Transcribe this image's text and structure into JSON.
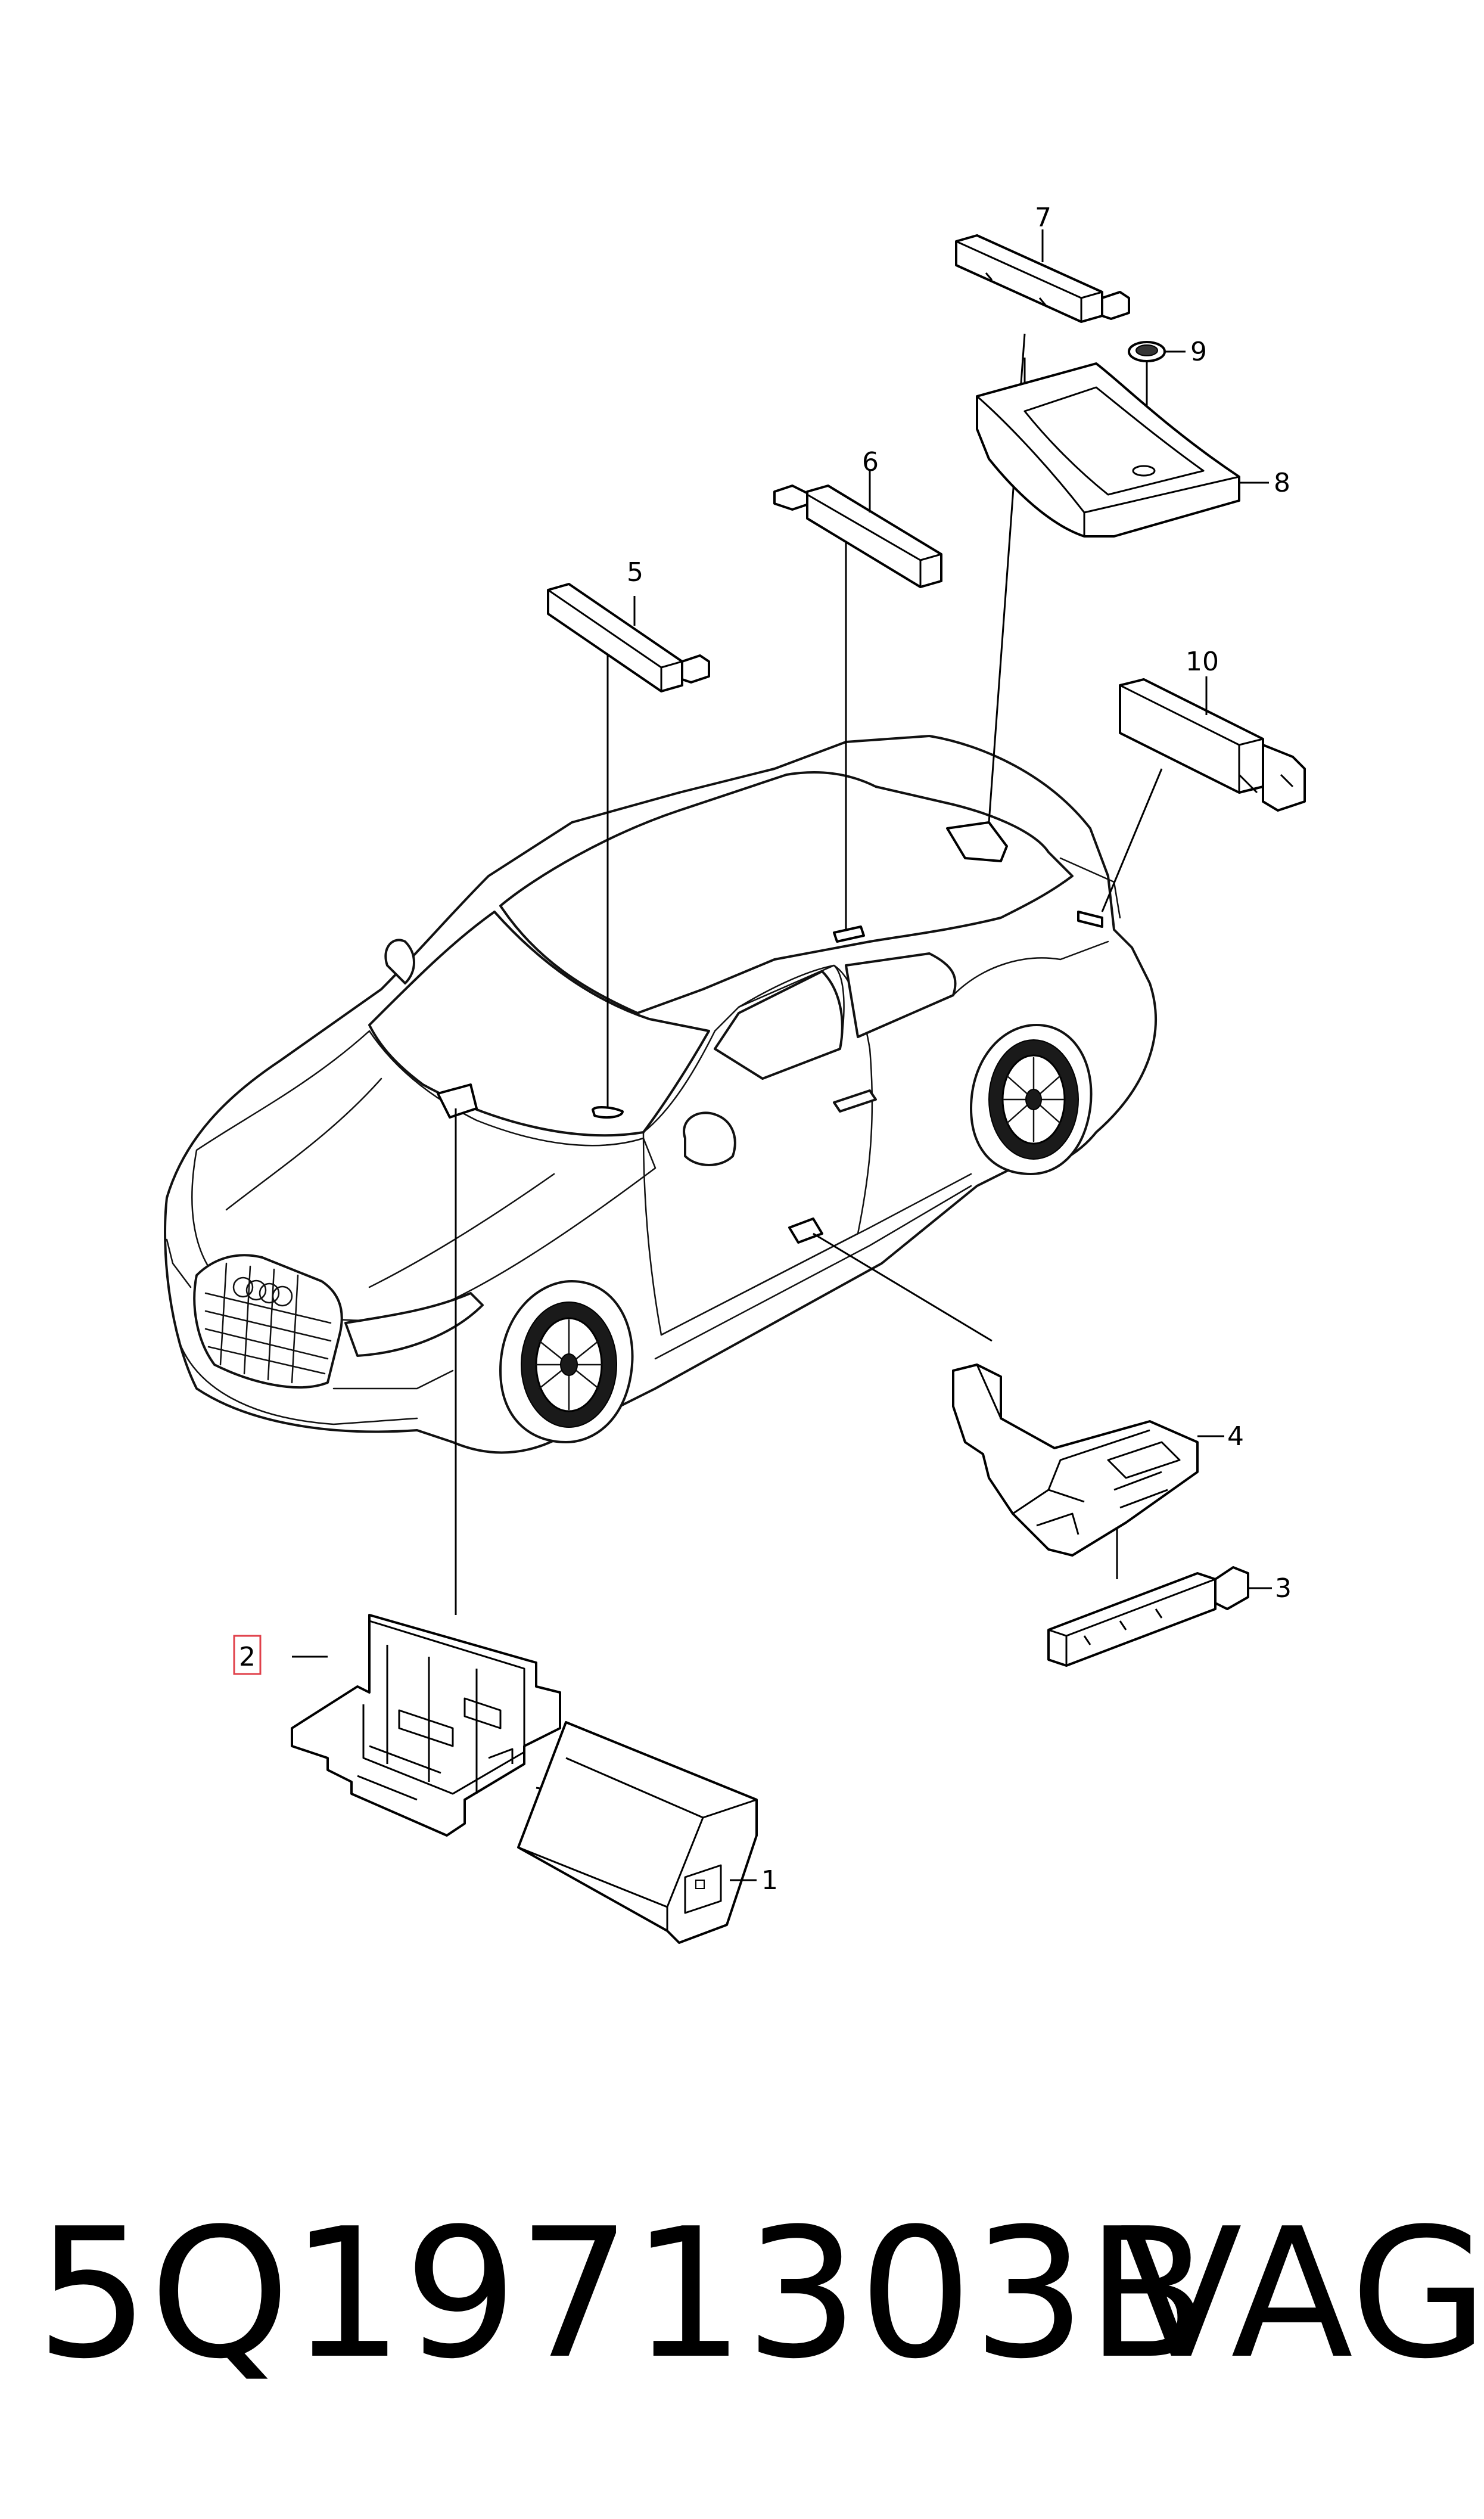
{
  "callouts": {
    "c1": "1",
    "c2": "2",
    "c3": "3",
    "c4": "4",
    "c5": "5",
    "c6": "6",
    "c7": "7",
    "c8": "8",
    "c9": "9",
    "c10": "10"
  },
  "highlighted_callout": "2",
  "highlight_color": "#e0404a",
  "footer": {
    "part_number": "5Q1971303B",
    "brand": "VAG"
  }
}
